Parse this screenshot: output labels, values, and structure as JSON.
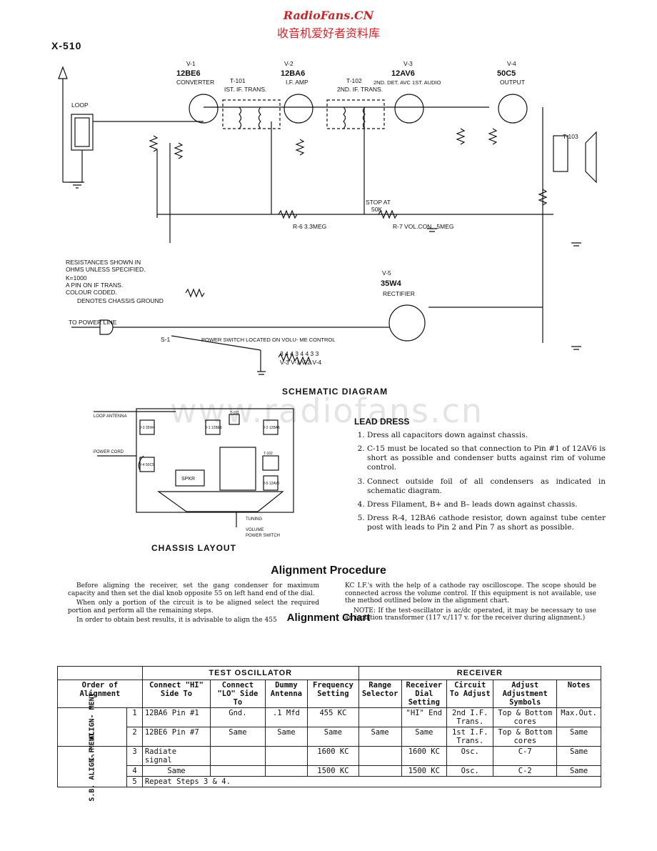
{
  "watermark": {
    "site": "RadioFans.CN",
    "site_cn": "收音机爱好者资料库",
    "faint": "www.radiofans.cn"
  },
  "model": "X-510",
  "schematic": {
    "tubes": [
      {
        "ref": "V-1",
        "type": "12BE6",
        "role": "CONVERTER"
      },
      {
        "ref": "V-2",
        "type": "12BA6",
        "role": "I.F. AMP"
      },
      {
        "ref": "V-3",
        "type": "12AV6",
        "role": "2ND. DET. AVC 1ST. AUDIO"
      },
      {
        "ref": "V-4",
        "type": "50C5",
        "role": "OUTPUT"
      }
    ],
    "rectifier": {
      "ref": "V-5",
      "type": "35W4",
      "role": "RECTIFIER"
    },
    "transformers": [
      "T-101",
      "IST. IF. TRANS.",
      "T-102",
      "2ND. IF. TRANS.",
      "T-103"
    ],
    "labels": {
      "loop": "LOOP",
      "stop": "STOP AT",
      "stop_val": "50K",
      "power_line": "TO POWER LINE",
      "switch": "S-1",
      "switch_note": "POWER SWITCH LOCATED ON VOLU- ME CONTROL",
      "heater_nums": "3 4 4 3 4 4 3 3",
      "heater_refs": "V-3 V-1 V-2 V-4",
      "r7": "R-7 VOL.CON. .5MEG",
      "r6": "R-6 3.3MEG"
    },
    "notes": [
      "RESISTANCES SHOWN IN",
      "OHMS UNLESS SPECIFIED.",
      "K=1000",
      "A PIN ON IF TRANS.",
      "COLOUR CODED.",
      "DENOTES CHASSIS GROUND"
    ],
    "title": "SCHEMATIC DIAGRAM"
  },
  "chassis": {
    "title": "CHASSIS LAYOUT",
    "labels": {
      "loop_antenna": "LOOP ANTENNA",
      "power_cord": "POWER CORD",
      "tuning": "TUNING",
      "volume": "VOLUME",
      "power_switch": "POWER SWITCH",
      "spkr": "SPKR",
      "v3": "V-3 35W4",
      "v1": "V-1 12BE6",
      "v2": "V-2 12BA6",
      "v4": "V-4 50C5",
      "v5": "V-5 12AV6",
      "t101": "T-101",
      "t102": "T-102"
    }
  },
  "lead_dress": {
    "title": "LEAD DRESS",
    "items": [
      "Dress all capacitors down against chassis.",
      "C-15 must be located so that connection to Pin #1 of 12AV6 is short as possible and condenser butts against rim of volume control.",
      "Connect outside foil of all condensers as indicated in schematic diagram.",
      "Dress Filament, B+ and B– leads down against chassis.",
      "Dress R-4, 12BA6 cathode resistor, down against tube center post with leads to Pin 2 and Pin 7 as short as possible."
    ]
  },
  "alignment": {
    "title": "Alignment Procedure",
    "left": [
      "Before aligning the receiver, set the gang condenser for maximum capacity and then set the dial knob opposite 55 on left hand end of the dial.",
      "When only a portion of the circuit is to be aligned select the required portion and perform all the remaining steps.",
      "In order to obtain best results, it is advisable to align the 455"
    ],
    "right": [
      "KC I.F.'s with the help of a cathode ray oscilloscope. The scope should be connected across the volume control. If this equipment is not available, use the method outlined below in the alignment chart.",
      "NOTE: If the test-oscillator is ac/dc operated, it may be necessary to use an isolation transformer (117 v./117 v. for the receiver during alignment.)"
    ]
  },
  "chart": {
    "title": "Alignment Chart",
    "group_headers": [
      "TEST OSCILLATOR",
      "RECEIVER"
    ],
    "headers": [
      "Order of Alignment",
      "Connect \"HI\" Side To",
      "Connect \"LO\" Side To",
      "Dummy Antenna",
      "Frequency Setting",
      "Range Selector",
      "Receiver Dial Setting",
      "Circuit To Adjust",
      "Adjust Adjustment Symbols",
      "Notes"
    ],
    "sections": [
      "I.F. ALIGN- MENT",
      "S.B. ALIGN- MENT"
    ],
    "rows": [
      [
        "1",
        "12BA6 Pin #1",
        "Gnd.",
        ".1 Mfd",
        "455 KC",
        "",
        "\"HI\" End",
        "2nd I.F. Trans.",
        "Top & Bottom cores",
        "Max.Out."
      ],
      [
        "2",
        "12BE6 Pin #7",
        "Same",
        "Same",
        "Same",
        "Same",
        "Same",
        "1st I.F. Trans.",
        "Top & Bottom cores",
        "Same"
      ],
      [
        "3",
        "Radiate signal",
        "",
        "",
        "1600 KC",
        "",
        "1600 KC",
        "Osc.",
        "C-7",
        "Same"
      ],
      [
        "4",
        "Same",
        "",
        "",
        "1500 KC",
        "",
        "1500 KC",
        "Osc.",
        "C-2",
        "Same"
      ],
      [
        "5",
        "Repeat Steps 3 & 4.",
        "",
        "",
        "",
        "",
        "",
        "",
        "",
        ""
      ]
    ]
  }
}
